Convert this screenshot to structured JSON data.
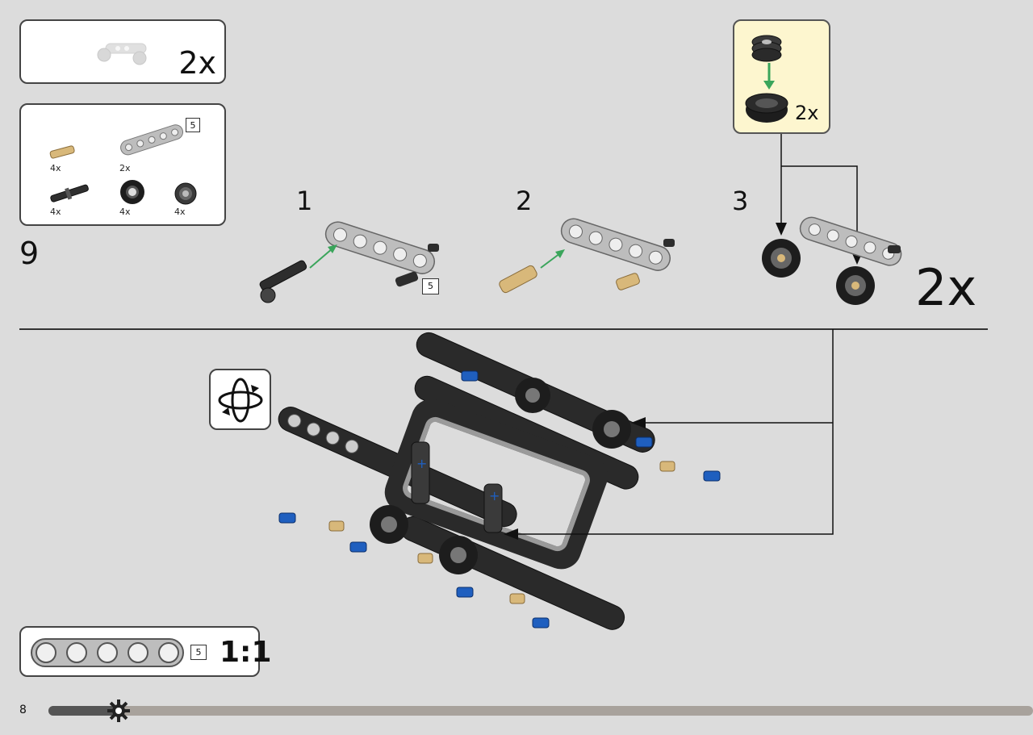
{
  "page_number": "8",
  "step_number": "9",
  "repeat_multiplier": "2x",
  "parts_list": [
    {
      "name": "tan-connector-pin",
      "count": "4x"
    },
    {
      "name": "gray-beam-5",
      "count": "2x"
    },
    {
      "name": "black-axle-pin",
      "count": "4x"
    },
    {
      "name": "tire",
      "count": "4x"
    },
    {
      "name": "wheel-hub",
      "count": "4x"
    }
  ],
  "beam_length_label": "5",
  "substeps": [
    {
      "number": "1"
    },
    {
      "number": "2"
    },
    {
      "number": "3"
    }
  ],
  "wheel_callout_multiplier": "2x",
  "substep_repeat": "2x",
  "scale_ruler": {
    "length": "5",
    "scale": "1:1"
  },
  "colors": {
    "background": "#dcdcdc",
    "callout_bg": "#fdf6cf",
    "arrow_green": "#3aa55b",
    "blue_pin": "#1f5fbf",
    "tan_pin": "#d8b87a",
    "dark_beam": "#2a2a2a",
    "light_beam": "#bdbdbd"
  },
  "icons": {
    "rotate_model": "rotate-icon",
    "progress_marker": "gear-icon"
  }
}
